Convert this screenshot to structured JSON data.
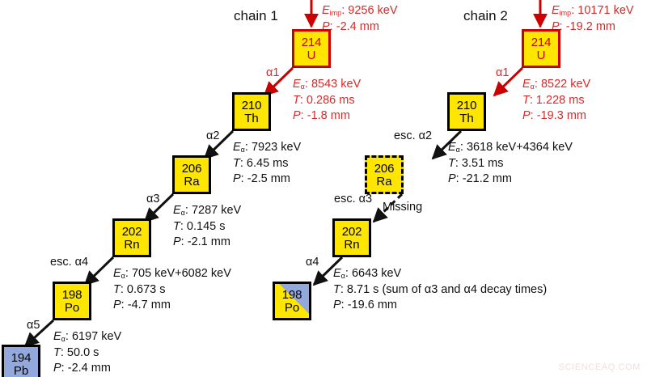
{
  "figure": {
    "kind": "alpha-decay-chain-diagram",
    "watermark": "SCIENCEAQ.COM"
  },
  "chains": [
    {
      "title": "chain 1",
      "implantation": {
        "e_label": "E",
        "e_sub": "imp",
        "e_value": "9256 keV",
        "p_label": "P",
        "p_value": "-2.4 mm",
        "line1": "E_imp: 9256 keV",
        "line2": "P: -2.4 mm"
      },
      "nuclides": [
        {
          "mass": "214",
          "symbol": "U",
          "style": "red"
        },
        {
          "mass": "210",
          "symbol": "Th",
          "style": "yellow"
        },
        {
          "mass": "206",
          "symbol": "Ra",
          "style": "yellow"
        },
        {
          "mass": "202",
          "symbol": "Rn",
          "style": "yellow"
        },
        {
          "mass": "198",
          "symbol": "Po",
          "style": "yellow"
        },
        {
          "mass": "194",
          "symbol": "Pb",
          "style": "blue"
        }
      ],
      "decays": [
        {
          "alpha": "α1",
          "escaped": false,
          "color": "red",
          "ea": "Eα: 8543 keV",
          "ea_value": "8543 keV",
          "t": "T: 0.286 ms",
          "t_value": "0.286 ms",
          "p": "P: -1.8 mm",
          "p_value": "-1.8 mm"
        },
        {
          "alpha": "α2",
          "escaped": false,
          "color": "black",
          "ea": "Eα: 7923 keV",
          "ea_value": "7923 keV",
          "t": "T: 6.45 ms",
          "t_value": "6.45 ms",
          "p": "P: -2.5 mm",
          "p_value": "-2.5 mm"
        },
        {
          "alpha": "α3",
          "escaped": false,
          "color": "black",
          "ea": "Eα: 7287 keV",
          "ea_value": "7287 keV",
          "t": "T: 0.145 s",
          "t_value": "0.145 s",
          "p": "P: -2.1 mm",
          "p_value": "-2.1 mm"
        },
        {
          "alpha": "esc. α4",
          "escaped": true,
          "color": "black",
          "ea": "Eα: 705 keV+6082 keV",
          "ea_value": "705 keV+6082 keV",
          "t": "T: 0.673 s",
          "t_value": "0.673 s",
          "p": "P: -4.7 mm",
          "p_value": "-4.7 mm"
        },
        {
          "alpha": "α5",
          "escaped": false,
          "color": "black",
          "ea": "Eα: 6197 keV",
          "ea_value": "6197 keV",
          "t": "T: 50.0 s",
          "t_value": "50.0 s",
          "p": "P: -2.4 mm",
          "p_value": "-2.4 mm"
        }
      ]
    },
    {
      "title": "chain 2",
      "implantation": {
        "e_label": "E",
        "e_sub": "imp",
        "e_value": "10171 keV",
        "p_label": "P",
        "p_value": "-19.2 mm",
        "line1": "E_imp: 10171 keV",
        "line2": "P: -19.2 mm"
      },
      "nuclides": [
        {
          "mass": "214",
          "symbol": "U",
          "style": "red"
        },
        {
          "mass": "210",
          "symbol": "Th",
          "style": "yellow"
        },
        {
          "mass": "206",
          "symbol": "Ra",
          "style": "dashed"
        },
        {
          "mass": "202",
          "symbol": "Rn",
          "style": "yellow"
        },
        {
          "mass": "198",
          "symbol": "Po",
          "style": "split"
        }
      ],
      "missing_label": "Missing",
      "decays": [
        {
          "alpha": "α1",
          "escaped": false,
          "color": "red",
          "ea": "Eα: 8522 keV",
          "ea_value": "8522 keV",
          "t": "T: 1.228 ms",
          "t_value": "1.228 ms",
          "p": "P: -19.3 mm",
          "p_value": "-19.3 mm"
        },
        {
          "alpha": "esc. α2",
          "escaped": true,
          "color": "black",
          "ea": "Eα: 3618 keV+4364 keV",
          "ea_value": "3618 keV+4364 keV",
          "t": "T: 3.51 ms",
          "t_value": "3.51 ms",
          "p": "P: -21.2 mm",
          "p_value": "-21.2 mm"
        },
        {
          "alpha": "esc. α3",
          "escaped": true,
          "color": "black",
          "ea": "",
          "ea_value": "",
          "t": "",
          "t_value": "",
          "p": "",
          "p_value": ""
        },
        {
          "alpha": "α4",
          "escaped": false,
          "color": "black",
          "ea": "Eα: 6643 keV",
          "ea_value": "6643 keV",
          "t": "T: 8.71 s (sum of α3 and α4 decay times)",
          "t_value": "8.71 s (sum of α3 and α4 decay times)",
          "p": "P: -19.6 mm",
          "p_value": "-19.6 mm"
        }
      ]
    }
  ],
  "colors": {
    "nuclide_yellow": "#ffe600",
    "nuclide_blue": "#93a9dd",
    "red_accent": "#cc0000",
    "text_black": "#111111"
  }
}
